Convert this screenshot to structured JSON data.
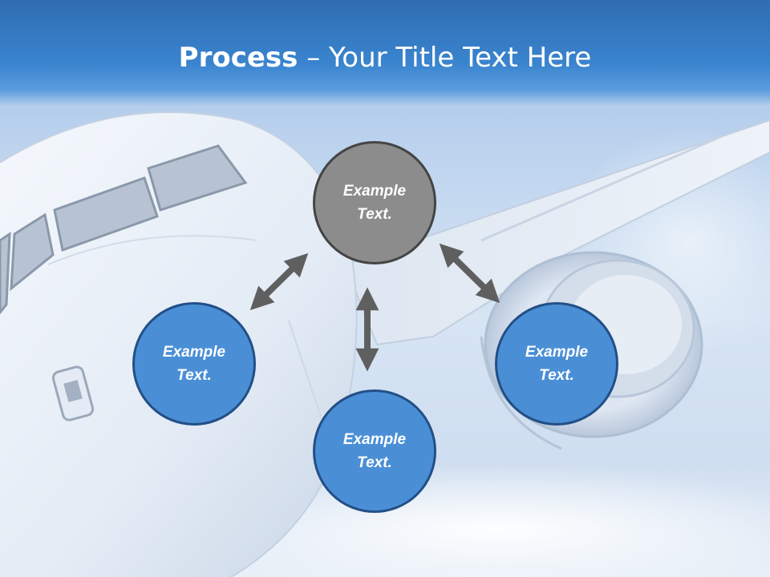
{
  "title": {
    "strong": "Process",
    "separator": " – ",
    "rest": "Your Title Text Here"
  },
  "circles": {
    "top": {
      "label": "Example Text."
    },
    "left": {
      "label": "Example Text."
    },
    "right": {
      "label": "Example Text."
    },
    "bottom": {
      "label": "Example Text."
    }
  },
  "colors": {
    "header": "#3a84cf",
    "circle_blue": "#4a8fd6",
    "circle_gray": "#8c8c8c",
    "arrow": "#5f5f5f"
  }
}
